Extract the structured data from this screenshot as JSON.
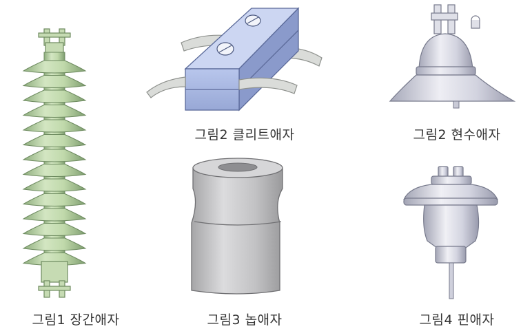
{
  "figures": [
    {
      "caption": "그림1 장간애자"
    },
    {
      "caption": "그림2 클리트애자"
    },
    {
      "caption": "그림2 현수애자"
    },
    {
      "caption": "그림3 놉애자"
    },
    {
      "caption": "그림4 핀애자"
    }
  ],
  "colors": {
    "longrod": "#b9d4a4",
    "longrod_stroke": "#6d8a5f",
    "cleat": "#a8b8e2",
    "cleat_stroke": "#5b6a99",
    "suspension": "#d4d5e2",
    "knob": "#c3c3c5",
    "pin": "#d2d3df",
    "wire": "#d9dcd9"
  }
}
